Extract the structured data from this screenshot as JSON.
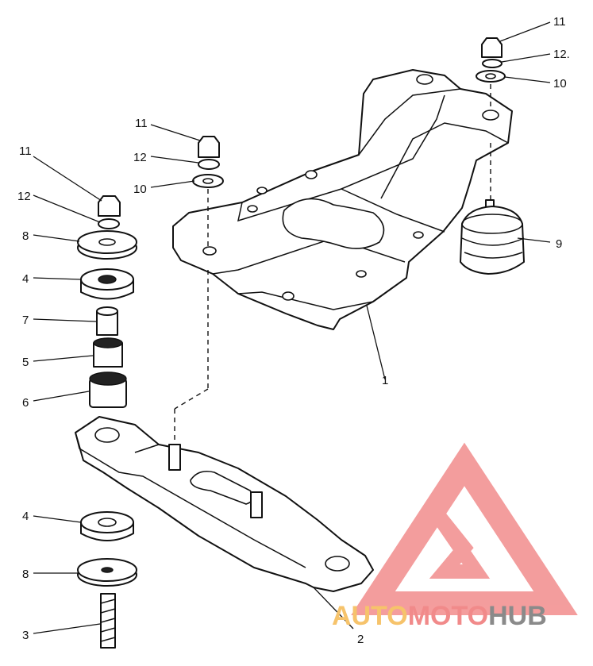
{
  "diagram": {
    "callouts": {
      "n1": "1",
      "n2": "2",
      "n3": "3",
      "n4a": "4",
      "n4b": "4",
      "n5": "5",
      "n6": "6",
      "n7": "7",
      "n8a": "8",
      "n8b": "8",
      "n9": "9",
      "n10a": "10",
      "n10b": "10",
      "n11a": "11",
      "n11b": "11",
      "n11c": "11",
      "n12a": "12",
      "n12b": "12",
      "n12c": "12."
    }
  },
  "watermark": {
    "auto": "AUTO",
    "moto": "MOTO",
    "hub": "HUB",
    "colors": {
      "auto": "#f6c36b",
      "moto": "#f18a8a",
      "hub": "#8a8a8a",
      "logo": "#f28c8c"
    }
  }
}
